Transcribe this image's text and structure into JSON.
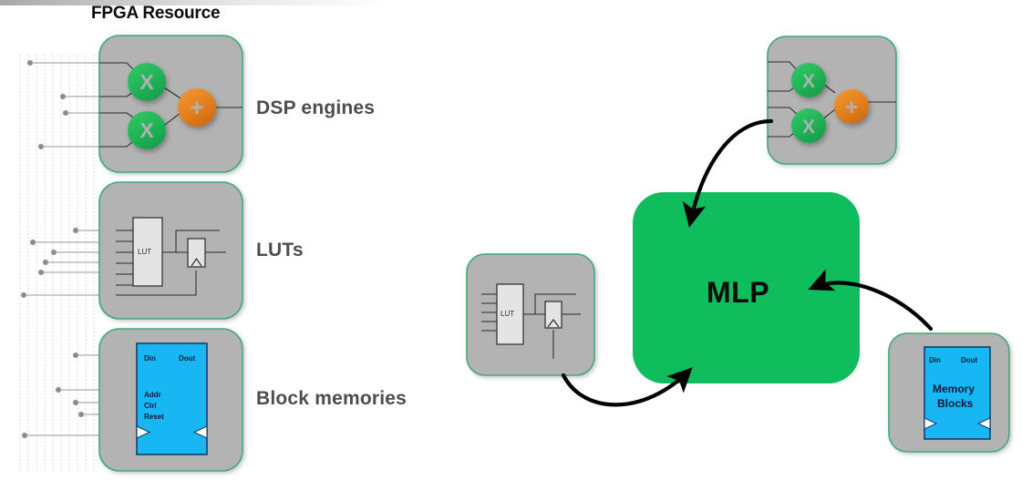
{
  "page": {
    "title": "FPGA Resource",
    "background_color": "#ffffff",
    "top_band_color": "#d9d9d9"
  },
  "colors": {
    "block_fill": "#b3b3b3",
    "block_border": "#3faa74",
    "multiplier_green": "#1fb054",
    "adder_orange": "#e07d1a",
    "glyph_gray": "#b0b0b0",
    "mlp_green": "#10bd5c",
    "memory_blue": "#18b6f2",
    "memory_border": "#143c6b",
    "wire_gray": "#9a9a9a",
    "wire_dark": "#3c3c3c",
    "arrow_black": "#000000",
    "label_gray": "#4d4d4d",
    "lut_fill": "#e4e4e4"
  },
  "left_panel": {
    "heading": "FPGA Resource",
    "blocks": [
      {
        "id": "dsp",
        "label": "DSP engines",
        "kind": "dsp-engine-block",
        "multiplier_glyph": "X",
        "adder_glyph": "+",
        "multiplier_count": 2,
        "adder_count": 1
      },
      {
        "id": "lut",
        "label": "LUTs",
        "kind": "lut-block",
        "lut_text": "LUT",
        "input_count": 6
      },
      {
        "id": "mem",
        "label": "Block memories",
        "kind": "block-memory",
        "port_labels": [
          "Din",
          "Dout"
        ],
        "signal_labels": [
          "Addr",
          "Ctrl",
          "Reset"
        ]
      }
    ]
  },
  "right_panel": {
    "center_block": {
      "label": "MLP",
      "kind": "mlp-block"
    },
    "sources": [
      {
        "id": "dsp-right",
        "kind": "dsp-engine-block",
        "multiplier_glyph": "X",
        "adder_glyph": "+"
      },
      {
        "id": "lut-right",
        "kind": "lut-block",
        "lut_text": "LUT"
      },
      {
        "id": "mem-right",
        "kind": "block-memory",
        "port_labels": [
          "Din",
          "Dout"
        ],
        "name_lines": [
          "Memory",
          "Blocks"
        ]
      }
    ],
    "arrows": [
      {
        "id": "arrow-dsp-to-mlp",
        "from": "dsp-right",
        "to": "mlp-block"
      },
      {
        "id": "arrow-lut-to-mlp",
        "from": "lut-right",
        "to": "mlp-block"
      },
      {
        "id": "arrow-mem-to-mlp",
        "from": "mem-right",
        "to": "mlp-block"
      }
    ]
  }
}
